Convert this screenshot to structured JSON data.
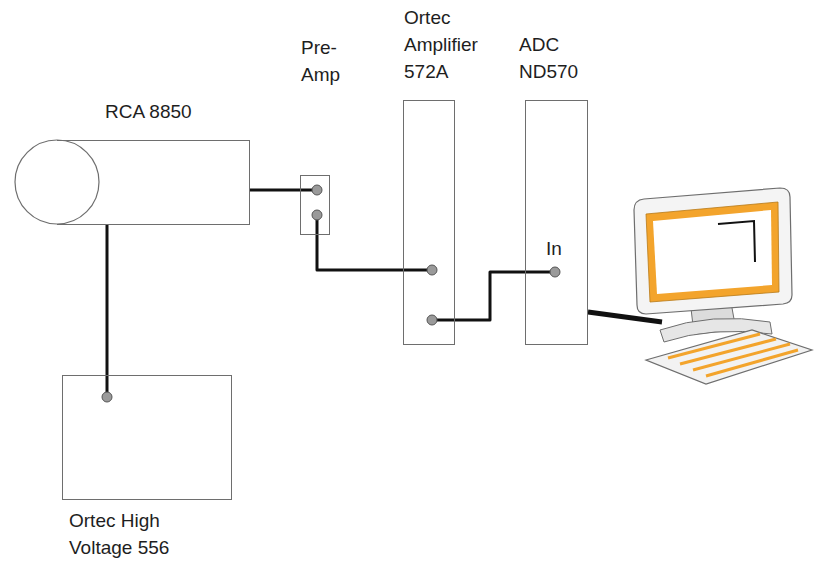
{
  "diagram": {
    "nodes": [
      {
        "text": [
          "RCA 8850"
        ]
      },
      {
        "text": [
          "Ortec High Voltage 556"
        ]
      },
      {
        "text": [
          "Pre- Amp"
        ]
      },
      {
        "text": [
          "Ortec Amplifier 572A"
        ]
      },
      {
        "text": [
          "ADC ND570",
          "In"
        ]
      }
    ],
    "edges": [
      {
        "from": 1,
        "to": 0,
        "arrow": "none"
      },
      {
        "from": 0,
        "to": 2,
        "arrow": "none"
      },
      {
        "from": 2,
        "to": 3,
        "arrow": "none"
      },
      {
        "from": 3,
        "to": 4,
        "arrow": "none"
      }
    ]
  }
}
